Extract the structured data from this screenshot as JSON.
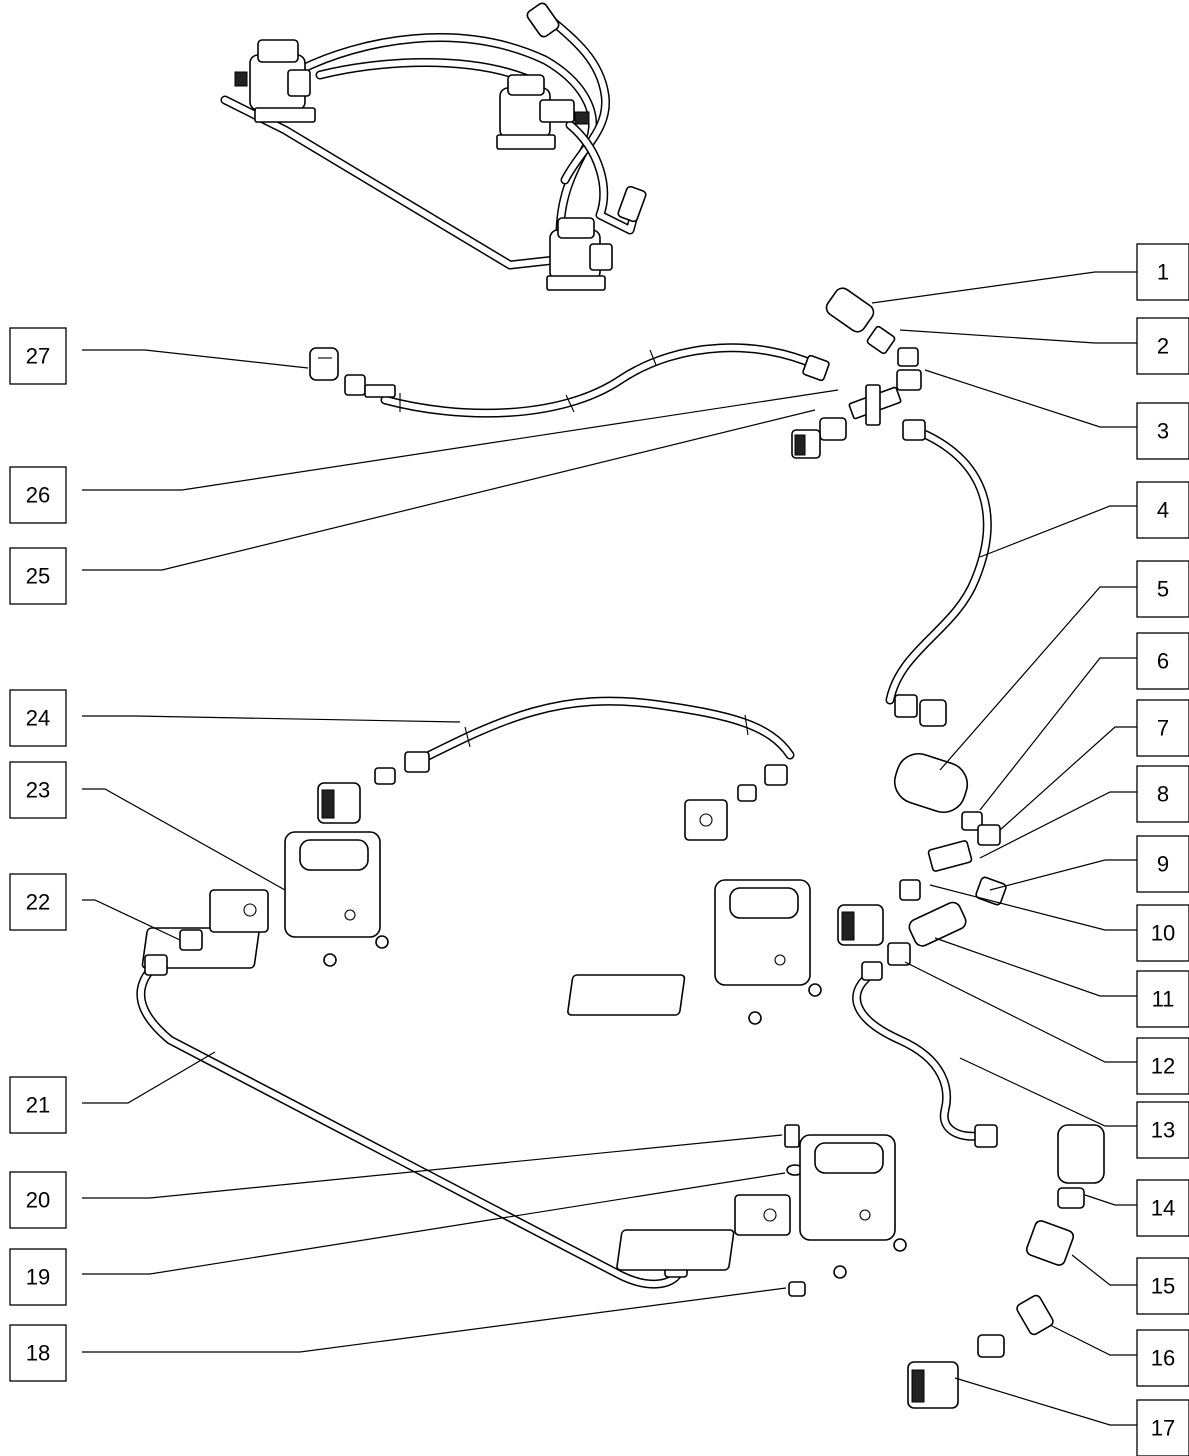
{
  "diagram": {
    "callouts": [
      "1",
      "2",
      "3",
      "4",
      "5",
      "6",
      "7",
      "8",
      "9",
      "10",
      "11",
      "12",
      "13",
      "14",
      "15",
      "16",
      "17",
      "18",
      "19",
      "20",
      "21",
      "22",
      "23",
      "24",
      "25",
      "26",
      "27"
    ]
  },
  "colors": {
    "ink": "#000000",
    "paper": "#ffffff"
  },
  "icons": {
    "assembly_overview": "pump-assembly-overview-icon",
    "pump": "gear-pump-icon",
    "hose": "hydraulic-hose-icon",
    "fitting": "fitting-icon",
    "flange": "flange-icon"
  }
}
